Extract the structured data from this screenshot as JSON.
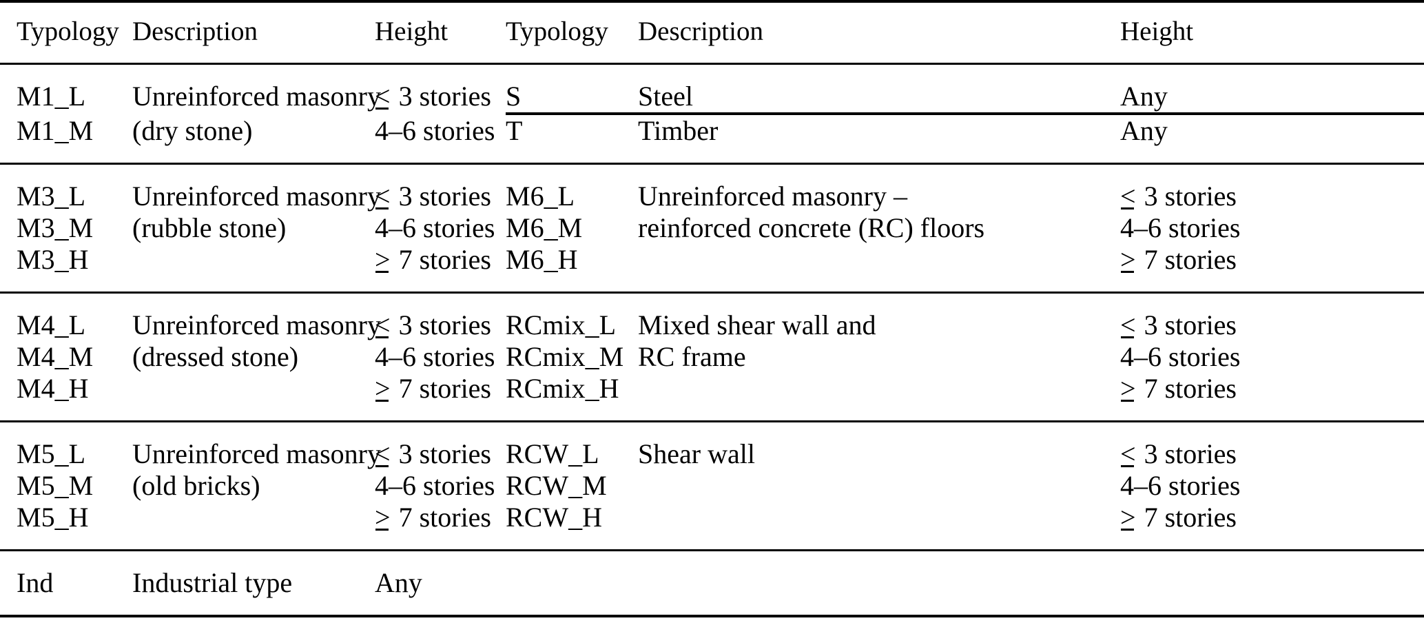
{
  "table": {
    "headers_left": {
      "typology": "Typology",
      "description": "Description",
      "height": "Height"
    },
    "headers_right": {
      "typology": "Typology",
      "description": "Description",
      "height": "Height"
    },
    "height_values": {
      "low": "3 stories",
      "mid": "4–6 stories",
      "high": "7 stories",
      "any": "Any"
    },
    "comparators": {
      "leq": "<",
      "geq": ">"
    },
    "groups": [
      {
        "id": "group-m1-s-t",
        "rows": [
          {
            "left": {
              "typology": "M1_L",
              "description": "Unreinforced masonry",
              "height_prefix": "leq",
              "height": "3 stories"
            },
            "right": {
              "typology": "S",
              "description": "Steel",
              "height_prefix": "",
              "height": "Any"
            }
          },
          {
            "left": {
              "typology": "M1_M",
              "description": "(dry stone)",
              "height_prefix": "",
              "height": "4–6 stories"
            },
            "right": {
              "typology": "T",
              "description": "Timber",
              "height_prefix": "",
              "height": "Any"
            }
          }
        ]
      },
      {
        "id": "group-m3-m6",
        "rows": [
          {
            "left": {
              "typology": "M3_L",
              "description": "Unreinforced masonry",
              "height_prefix": "leq",
              "height": "3 stories"
            },
            "right": {
              "typology": "M6_L",
              "description": "Unreinforced masonry –",
              "height_prefix": "leq",
              "height": "3 stories"
            }
          },
          {
            "left": {
              "typology": "M3_M",
              "description": "(rubble stone)",
              "height_prefix": "",
              "height": "4–6 stories"
            },
            "right": {
              "typology": "M6_M",
              "description": "reinforced concrete (RC) floors",
              "height_prefix": "",
              "height": "4–6 stories"
            }
          },
          {
            "left": {
              "typology": "M3_H",
              "description": "",
              "height_prefix": "geq",
              "height": "7 stories"
            },
            "right": {
              "typology": "M6_H",
              "description": "",
              "height_prefix": "geq",
              "height": "7 stories"
            }
          }
        ]
      },
      {
        "id": "group-m4-rcmix",
        "rows": [
          {
            "left": {
              "typology": "M4_L",
              "description": "Unreinforced masonry",
              "height_prefix": "leq",
              "height": "3 stories"
            },
            "right": {
              "typology": "RCmix_L",
              "description": "Mixed shear wall and",
              "height_prefix": "leq",
              "height": "3 stories"
            }
          },
          {
            "left": {
              "typology": "M4_M",
              "description": "(dressed stone)",
              "height_prefix": "",
              "height": "4–6 stories"
            },
            "right": {
              "typology": "RCmix_M",
              "description": "RC frame",
              "height_prefix": "",
              "height": "4–6 stories"
            }
          },
          {
            "left": {
              "typology": "M4_H",
              "description": "",
              "height_prefix": "geq",
              "height": "7 stories"
            },
            "right": {
              "typology": "RCmix_H",
              "description": "",
              "height_prefix": "geq",
              "height": "7 stories"
            }
          }
        ]
      },
      {
        "id": "group-m5-rcw",
        "rows": [
          {
            "left": {
              "typology": "M5_L",
              "description": "Unreinforced masonry",
              "height_prefix": "leq",
              "height": "3 stories"
            },
            "right": {
              "typology": "RCW_L",
              "description": "Shear wall",
              "height_prefix": "leq",
              "height": "3 stories"
            }
          },
          {
            "left": {
              "typology": "M5_M",
              "description": "(old bricks)",
              "height_prefix": "",
              "height": "4–6 stories"
            },
            "right": {
              "typology": "RCW_M",
              "description": "",
              "height_prefix": "",
              "height": "4–6 stories"
            }
          },
          {
            "left": {
              "typology": "M5_H",
              "description": "",
              "height_prefix": "geq",
              "height": "7 stories"
            },
            "right": {
              "typology": "RCW_H",
              "description": "",
              "height_prefix": "geq",
              "height": "7 stories"
            }
          }
        ]
      },
      {
        "id": "group-ind",
        "rows": [
          {
            "left": {
              "typology": "Ind",
              "description": "Industrial type",
              "height_prefix": "",
              "height": "Any"
            },
            "right": {
              "typology": "",
              "description": "",
              "height_prefix": "",
              "height": ""
            }
          }
        ]
      }
    ]
  }
}
